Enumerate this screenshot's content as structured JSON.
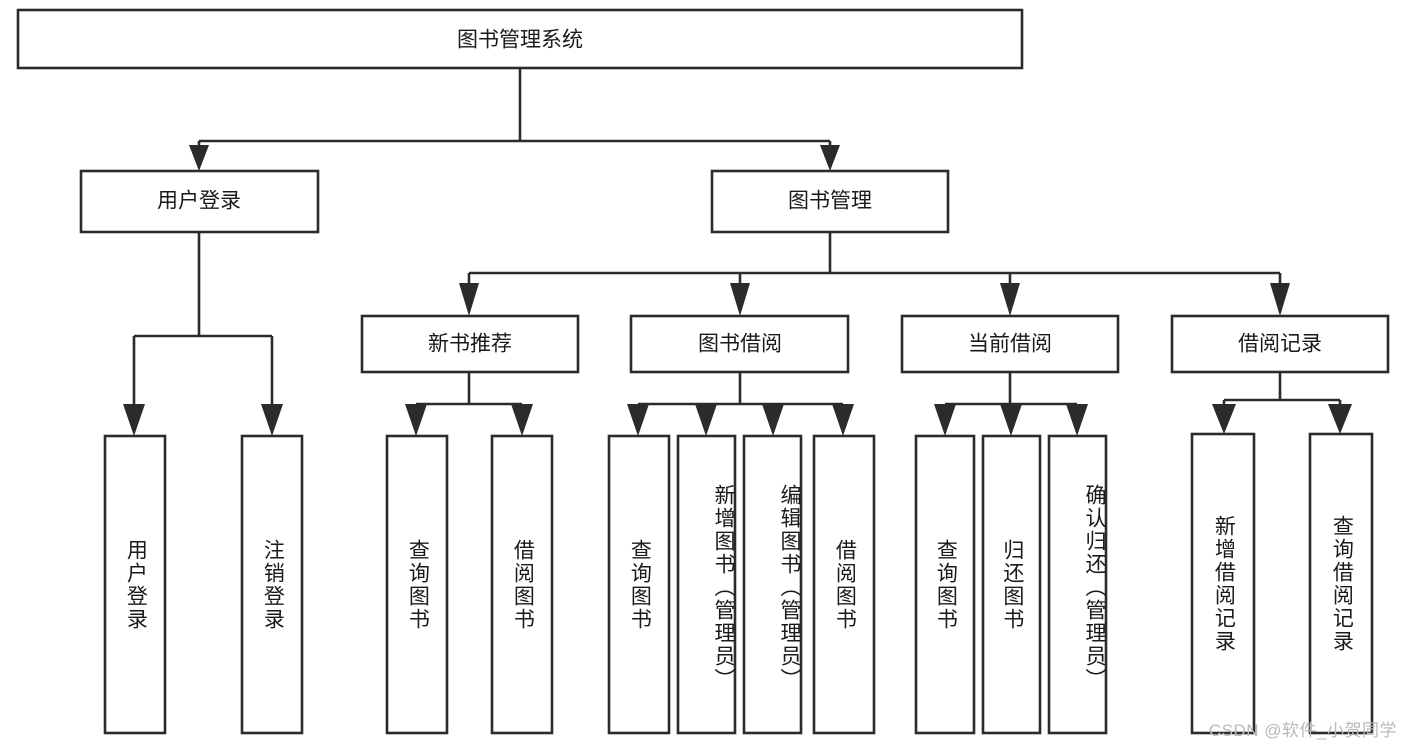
{
  "diagram": {
    "type": "tree",
    "title": "图书管理系统",
    "root": {
      "id": "root",
      "label": "图书管理系统"
    },
    "level1": [
      {
        "id": "user-login",
        "label": "用户登录"
      },
      {
        "id": "book-management",
        "label": "图书管理"
      }
    ],
    "level2": [
      {
        "id": "new-book-recommend",
        "label": "新书推荐",
        "parent": "book-management"
      },
      {
        "id": "book-borrow",
        "label": "图书借阅",
        "parent": "book-management"
      },
      {
        "id": "current-borrow",
        "label": "当前借阅",
        "parent": "book-management"
      },
      {
        "id": "borrow-record",
        "label": "借阅记录",
        "parent": "book-management"
      }
    ],
    "leaves": {
      "user-login": [
        {
          "id": "leaf-user-login",
          "label": "用户登录"
        },
        {
          "id": "leaf-logout-login",
          "label": "注销登录"
        }
      ],
      "new-book-recommend": [
        {
          "id": "leaf-query-book-1",
          "label": "查询图书"
        },
        {
          "id": "leaf-borrow-book-1",
          "label": "借阅图书"
        }
      ],
      "book-borrow": [
        {
          "id": "leaf-query-book-2",
          "label": "查询图书"
        },
        {
          "id": "leaf-add-book",
          "label": "新增图书（管理员）"
        },
        {
          "id": "leaf-edit-book",
          "label": "编辑图书（管理员）"
        },
        {
          "id": "leaf-borrow-book-2",
          "label": "借阅图书"
        }
      ],
      "current-borrow": [
        {
          "id": "leaf-query-book-3",
          "label": "查询图书"
        },
        {
          "id": "leaf-return-book",
          "label": "归还图书"
        },
        {
          "id": "leaf-confirm-return",
          "label": "确认归还（管理员）"
        }
      ],
      "borrow-record": [
        {
          "id": "leaf-add-record",
          "label": "新增借阅记录"
        },
        {
          "id": "leaf-query-record",
          "label": "查询借阅记录"
        }
      ]
    },
    "colors": {
      "stroke": "#2b2b2b",
      "fill": "#ffffff",
      "text": "#1a1a1a",
      "watermark": "#b9b9b9"
    }
  },
  "watermark": {
    "text": "CSDN @软件_小贺同学"
  }
}
